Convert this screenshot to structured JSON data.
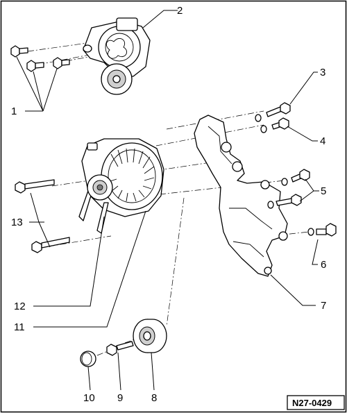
{
  "diagram": {
    "drawing_code": "N27-0429",
    "callouts": {
      "c1": "1",
      "c2": "2",
      "c3": "3",
      "c4": "4",
      "c5": "5",
      "c6": "6",
      "c7": "7",
      "c8": "8",
      "c9": "9",
      "c10": "10",
      "c11": "11",
      "c12": "12",
      "c13": "13"
    }
  }
}
